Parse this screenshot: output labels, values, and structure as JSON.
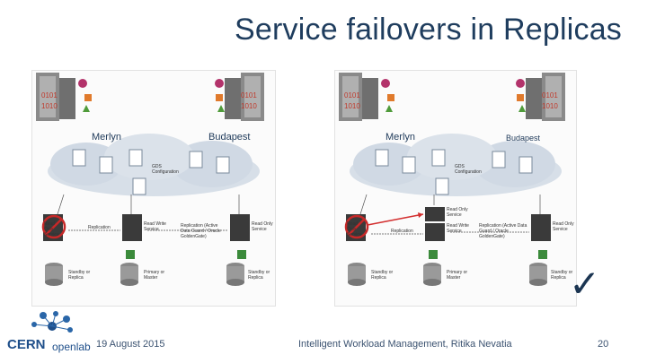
{
  "slide": {
    "title": "Service failovers in Replicas",
    "footer": {
      "date": "19 August 2015",
      "title": "Intelligent Workload Management, Ritika Nevatia",
      "page": "20"
    },
    "checkmark": "✓"
  },
  "logo": {
    "text1": "CERN",
    "text2": "openlab"
  },
  "left_diagram": {
    "site_a": "Merlyn",
    "site_b": "Budapest",
    "gds_config": "GDS Configuration",
    "replication_a": "Replication",
    "replication_b": "Replication (Active Data Guard / Oracle GoldenGate)",
    "service_a": "Read Only Service",
    "service_b": "Read Write Service",
    "service_c": "Read Only Service",
    "db_a": "Standby or Replica",
    "db_b": "Primary or Master",
    "db_c": "Standby or Replica"
  },
  "right_diagram": {
    "site_a": "Merlyn",
    "site_b": "Budapest",
    "gds_config": "GDS Configuration",
    "replication_a": "Replication",
    "replication_b": "Replication (Active Data Guard / Oracle GoldenGate)",
    "service_a": "Read Only Service",
    "service_b": "Read Only Service",
    "service_c": "Read Write Service",
    "service_d": "Read Only Service",
    "db_a": "Standby or Replica",
    "db_b": "Primary or Master",
    "db_c": "Standby or Replica"
  }
}
